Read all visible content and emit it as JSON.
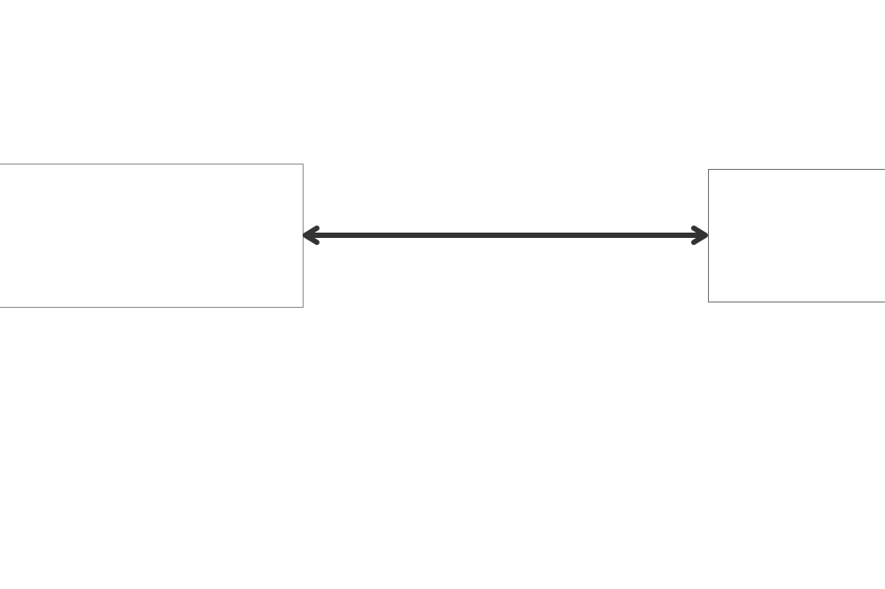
{
  "diagram": {
    "nodes": [
      {
        "id": "left",
        "label": ""
      },
      {
        "id": "right",
        "label": ""
      }
    ],
    "edges": [
      {
        "from": "left",
        "to": "right",
        "direction": "bidirectional",
        "label": ""
      }
    ],
    "colors": {
      "connector": "#333333",
      "node_border": "#8a8a8a",
      "background": "#ffffff"
    },
    "icons": {
      "connector_ends": "arrowhead-icon"
    }
  }
}
